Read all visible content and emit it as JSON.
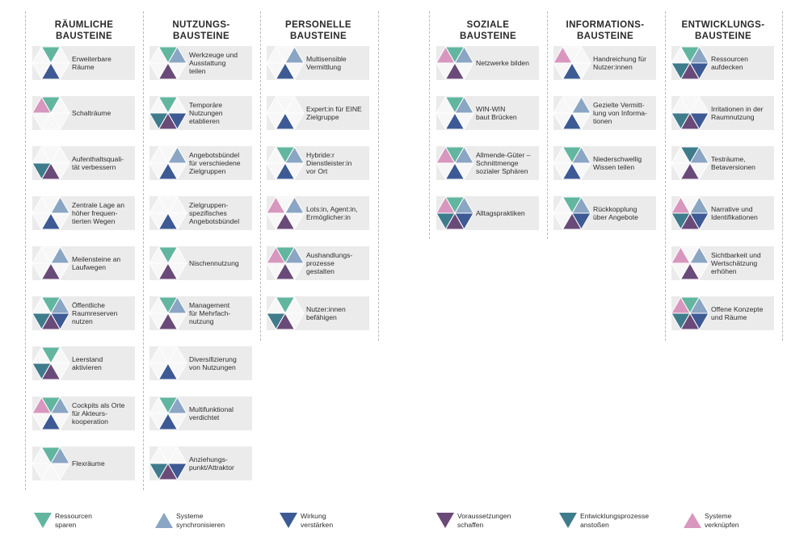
{
  "colors": {
    "R": "#62b6a0",
    "S": "#8ba6c4",
    "W": "#3d5a95",
    "V": "#6a4a78",
    "E": "#3e7c8c",
    "N": "#d897be",
    "empty": "#f7f7f7",
    "card": "#ebebeb"
  },
  "legend": [
    {
      "key": "R",
      "label": "Ressourcen\nsparen"
    },
    {
      "key": "S",
      "label": "Systeme\nsynchronisieren"
    },
    {
      "key": "W",
      "label": "Wirkung\nverstärken"
    },
    {
      "key": "V",
      "label": "Voraussetzungen\nschaffen"
    },
    {
      "key": "E",
      "label": "Entwicklungsprozesse\nanstoßen"
    },
    {
      "key": "N",
      "label": "Systeme\nverknüpfen"
    }
  ],
  "columns": [
    {
      "title": "RÄUMLICHE\nBAUSTEINE",
      "cards": [
        {
          "label": "Erweiterbare\nRäume",
          "tri": [
            "",
            "R",
            "",
            "",
            "W",
            ""
          ]
        },
        {
          "label": "Schalträume",
          "tri": [
            "N",
            "R",
            "",
            "",
            "",
            ""
          ]
        },
        {
          "label": "Aufenthaltsquali-\ntät verbessern",
          "tri": [
            "",
            "",
            "",
            "E",
            "V",
            ""
          ]
        },
        {
          "label": "Zentrale Lage an\nhöher frequen-\ntierten Wegen",
          "tri": [
            "",
            "",
            "S",
            "",
            "W",
            ""
          ]
        },
        {
          "label": "Meilensteine an\nLaufwegen",
          "tri": [
            "",
            "",
            "S",
            "",
            "V",
            ""
          ]
        },
        {
          "label": "Öffentliche\nRaumreserven\nnutzen",
          "tri": [
            "",
            "R",
            "S",
            "E",
            "V",
            "W"
          ]
        },
        {
          "label": "Leerstand\naktivieren",
          "tri": [
            "",
            "R",
            "",
            "E",
            "V",
            ""
          ]
        },
        {
          "label": "Cockpits als Orte\nfür Akteurs-\nkooperation",
          "tri": [
            "N",
            "R",
            "S",
            "",
            "W",
            ""
          ]
        },
        {
          "label": "Flexräume",
          "tri": [
            "",
            "R",
            "S",
            "",
            "",
            ""
          ]
        }
      ]
    },
    {
      "title": "NUTZUNGS-\nBAUSTEINE",
      "cards": [
        {
          "label": "Werkzeuge und\nAusstattung\nteilen",
          "tri": [
            "",
            "R",
            "S",
            "",
            "V",
            ""
          ]
        },
        {
          "label": "Temporäre\nNutzungen\netablieren",
          "tri": [
            "",
            "R",
            "",
            "E",
            "V",
            "W"
          ]
        },
        {
          "label": "Angebotsbündel\nfür verschiedene\nZielgruppen",
          "tri": [
            "",
            "",
            "S",
            "",
            "W",
            ""
          ]
        },
        {
          "label": "Zielgruppen-\nspezifisches\nAngebotsbündel",
          "tri": [
            "",
            "",
            "",
            "",
            "W",
            ""
          ]
        },
        {
          "label": "Nischennutzung",
          "tri": [
            "",
            "R",
            "",
            "",
            "V",
            ""
          ]
        },
        {
          "label": "Management\nfür Mehrfach-\nnutzung",
          "tri": [
            "",
            "R",
            "S",
            "",
            "V",
            ""
          ]
        },
        {
          "label": "Diversifizierung\nvon Nutzungen",
          "tri": [
            "",
            "",
            "",
            "",
            "W",
            ""
          ]
        },
        {
          "label": "Multifunktional\nverdichtet",
          "tri": [
            "",
            "R",
            "S",
            "",
            "W",
            ""
          ]
        },
        {
          "label": "Anziehungs-\npunkt/Attraktor",
          "tri": [
            "",
            "",
            "",
            "E",
            "V",
            "W"
          ]
        }
      ]
    },
    {
      "title": "PERSONELLE\nBAUSTEINE",
      "cards": [
        {
          "label": "Multisensible\nVermittlung",
          "tri": [
            "",
            "",
            "S",
            "",
            "W",
            ""
          ]
        },
        {
          "label": "Expert:in für EINE\nZielgruppe",
          "tri": [
            "",
            "",
            "",
            "",
            "W",
            ""
          ]
        },
        {
          "label": "Hybride:r\nDienstleister:in\nvor Ort",
          "tri": [
            "",
            "R",
            "S",
            "",
            "W",
            ""
          ]
        },
        {
          "label": "Lots:in, Agent:in,\nErmöglicher:in",
          "tri": [
            "N",
            "",
            "S",
            "",
            "V",
            ""
          ]
        },
        {
          "label": "Aushandlungs-\nprozesse\ngestalten",
          "tri": [
            "N",
            "R",
            "S",
            "",
            "V",
            ""
          ]
        },
        {
          "label": "Nutzer:innen\nbefähigen",
          "tri": [
            "",
            "R",
            "",
            "E",
            "V",
            ""
          ]
        }
      ]
    },
    {
      "title": "SOZIALE\nBAUSTEINE",
      "cards": [
        {
          "label": "Netzwerke bilden",
          "tri": [
            "N",
            "R",
            "S",
            "",
            "V",
            ""
          ]
        },
        {
          "label": "WIN-WIN\nbaut Brücken",
          "tri": [
            "",
            "R",
            "S",
            "",
            "W",
            ""
          ]
        },
        {
          "label": "Allmende-Güter –\nSchnittmenge\nsozialer Sphären",
          "tri": [
            "N",
            "R",
            "S",
            "",
            "W",
            ""
          ]
        },
        {
          "label": "Alltagspraktiken",
          "tri": [
            "N",
            "R",
            "S",
            "E",
            "V",
            "W"
          ]
        }
      ]
    },
    {
      "title": "INFORMATIONS-\nBAUSTEINE",
      "cards": [
        {
          "label": "Handreichung für\nNutzer:innen",
          "tri": [
            "N",
            "",
            "",
            "",
            "W",
            ""
          ]
        },
        {
          "label": "Gezielte Vermitt-\nlung von Informa-\ntionen",
          "tri": [
            "",
            "",
            "S",
            "",
            "W",
            ""
          ]
        },
        {
          "label": "Niederschwellig\nWissen teilen",
          "tri": [
            "",
            "R",
            "S",
            "",
            "W",
            ""
          ]
        },
        {
          "label": "Rückkopplung\nüber Angebote",
          "tri": [
            "",
            "R",
            "S",
            "",
            "V",
            "W"
          ]
        }
      ]
    },
    {
      "title": "ENTWICKLUNGS-\nBAUSTEINE",
      "cards": [
        {
          "label": "Ressourcen\naufdecken",
          "tri": [
            "",
            "R",
            "S",
            "E",
            "V",
            "W"
          ]
        },
        {
          "label": "Irritationen in der\nRaumnutzung",
          "tri": [
            "",
            "",
            "",
            "E",
            "V",
            "W"
          ]
        },
        {
          "label": "Testräume,\nBetaversionen",
          "tri": [
            "",
            "E",
            "S",
            "",
            "V",
            ""
          ]
        },
        {
          "label": "Narrative und\nIdentifikationen",
          "tri": [
            "N",
            "",
            "S",
            "E",
            "V",
            "W"
          ]
        },
        {
          "label": "Sichtbarkeit und\nWertschätzung\nerhöhen",
          "tri": [
            "N",
            "",
            "S",
            "",
            "V",
            ""
          ]
        },
        {
          "label": "Offene Konzepte\nund Räume",
          "tri": [
            "N",
            "R",
            "S",
            "E",
            "V",
            "W"
          ]
        }
      ]
    }
  ]
}
